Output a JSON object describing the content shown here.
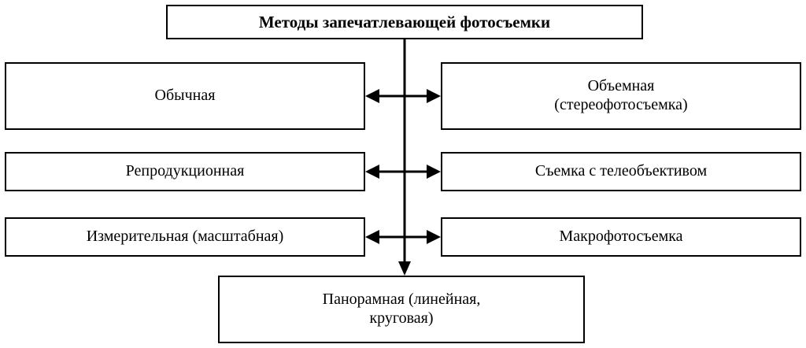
{
  "diagram": {
    "type": "hierarchy-flow-chart",
    "title": "Методы запечатлевающей фотосъемки",
    "nodes": [
      {
        "id": "title",
        "label": "Методы запечатлевающей фотосъемки"
      },
      {
        "id": "left-1",
        "label": "Обычная"
      },
      {
        "id": "right-1-line1",
        "label": "Объемная"
      },
      {
        "id": "right-1-line2",
        "label": "(стереофотосъемка)"
      },
      {
        "id": "left-2",
        "label": "Репродукционная"
      },
      {
        "id": "right-2",
        "label": "Съемка с телеобъективом"
      },
      {
        "id": "left-3",
        "label": "Измерительная (масштабная)"
      },
      {
        "id": "right-3",
        "label": "Макрофотосъемка"
      },
      {
        "id": "bottom-line1",
        "label": "Панорамная (линейная,"
      },
      {
        "id": "bottom-line2",
        "label": "круговая)"
      }
    ],
    "colors": {
      "stroke": "#000000",
      "background": "#ffffff",
      "text": "#000000"
    }
  }
}
